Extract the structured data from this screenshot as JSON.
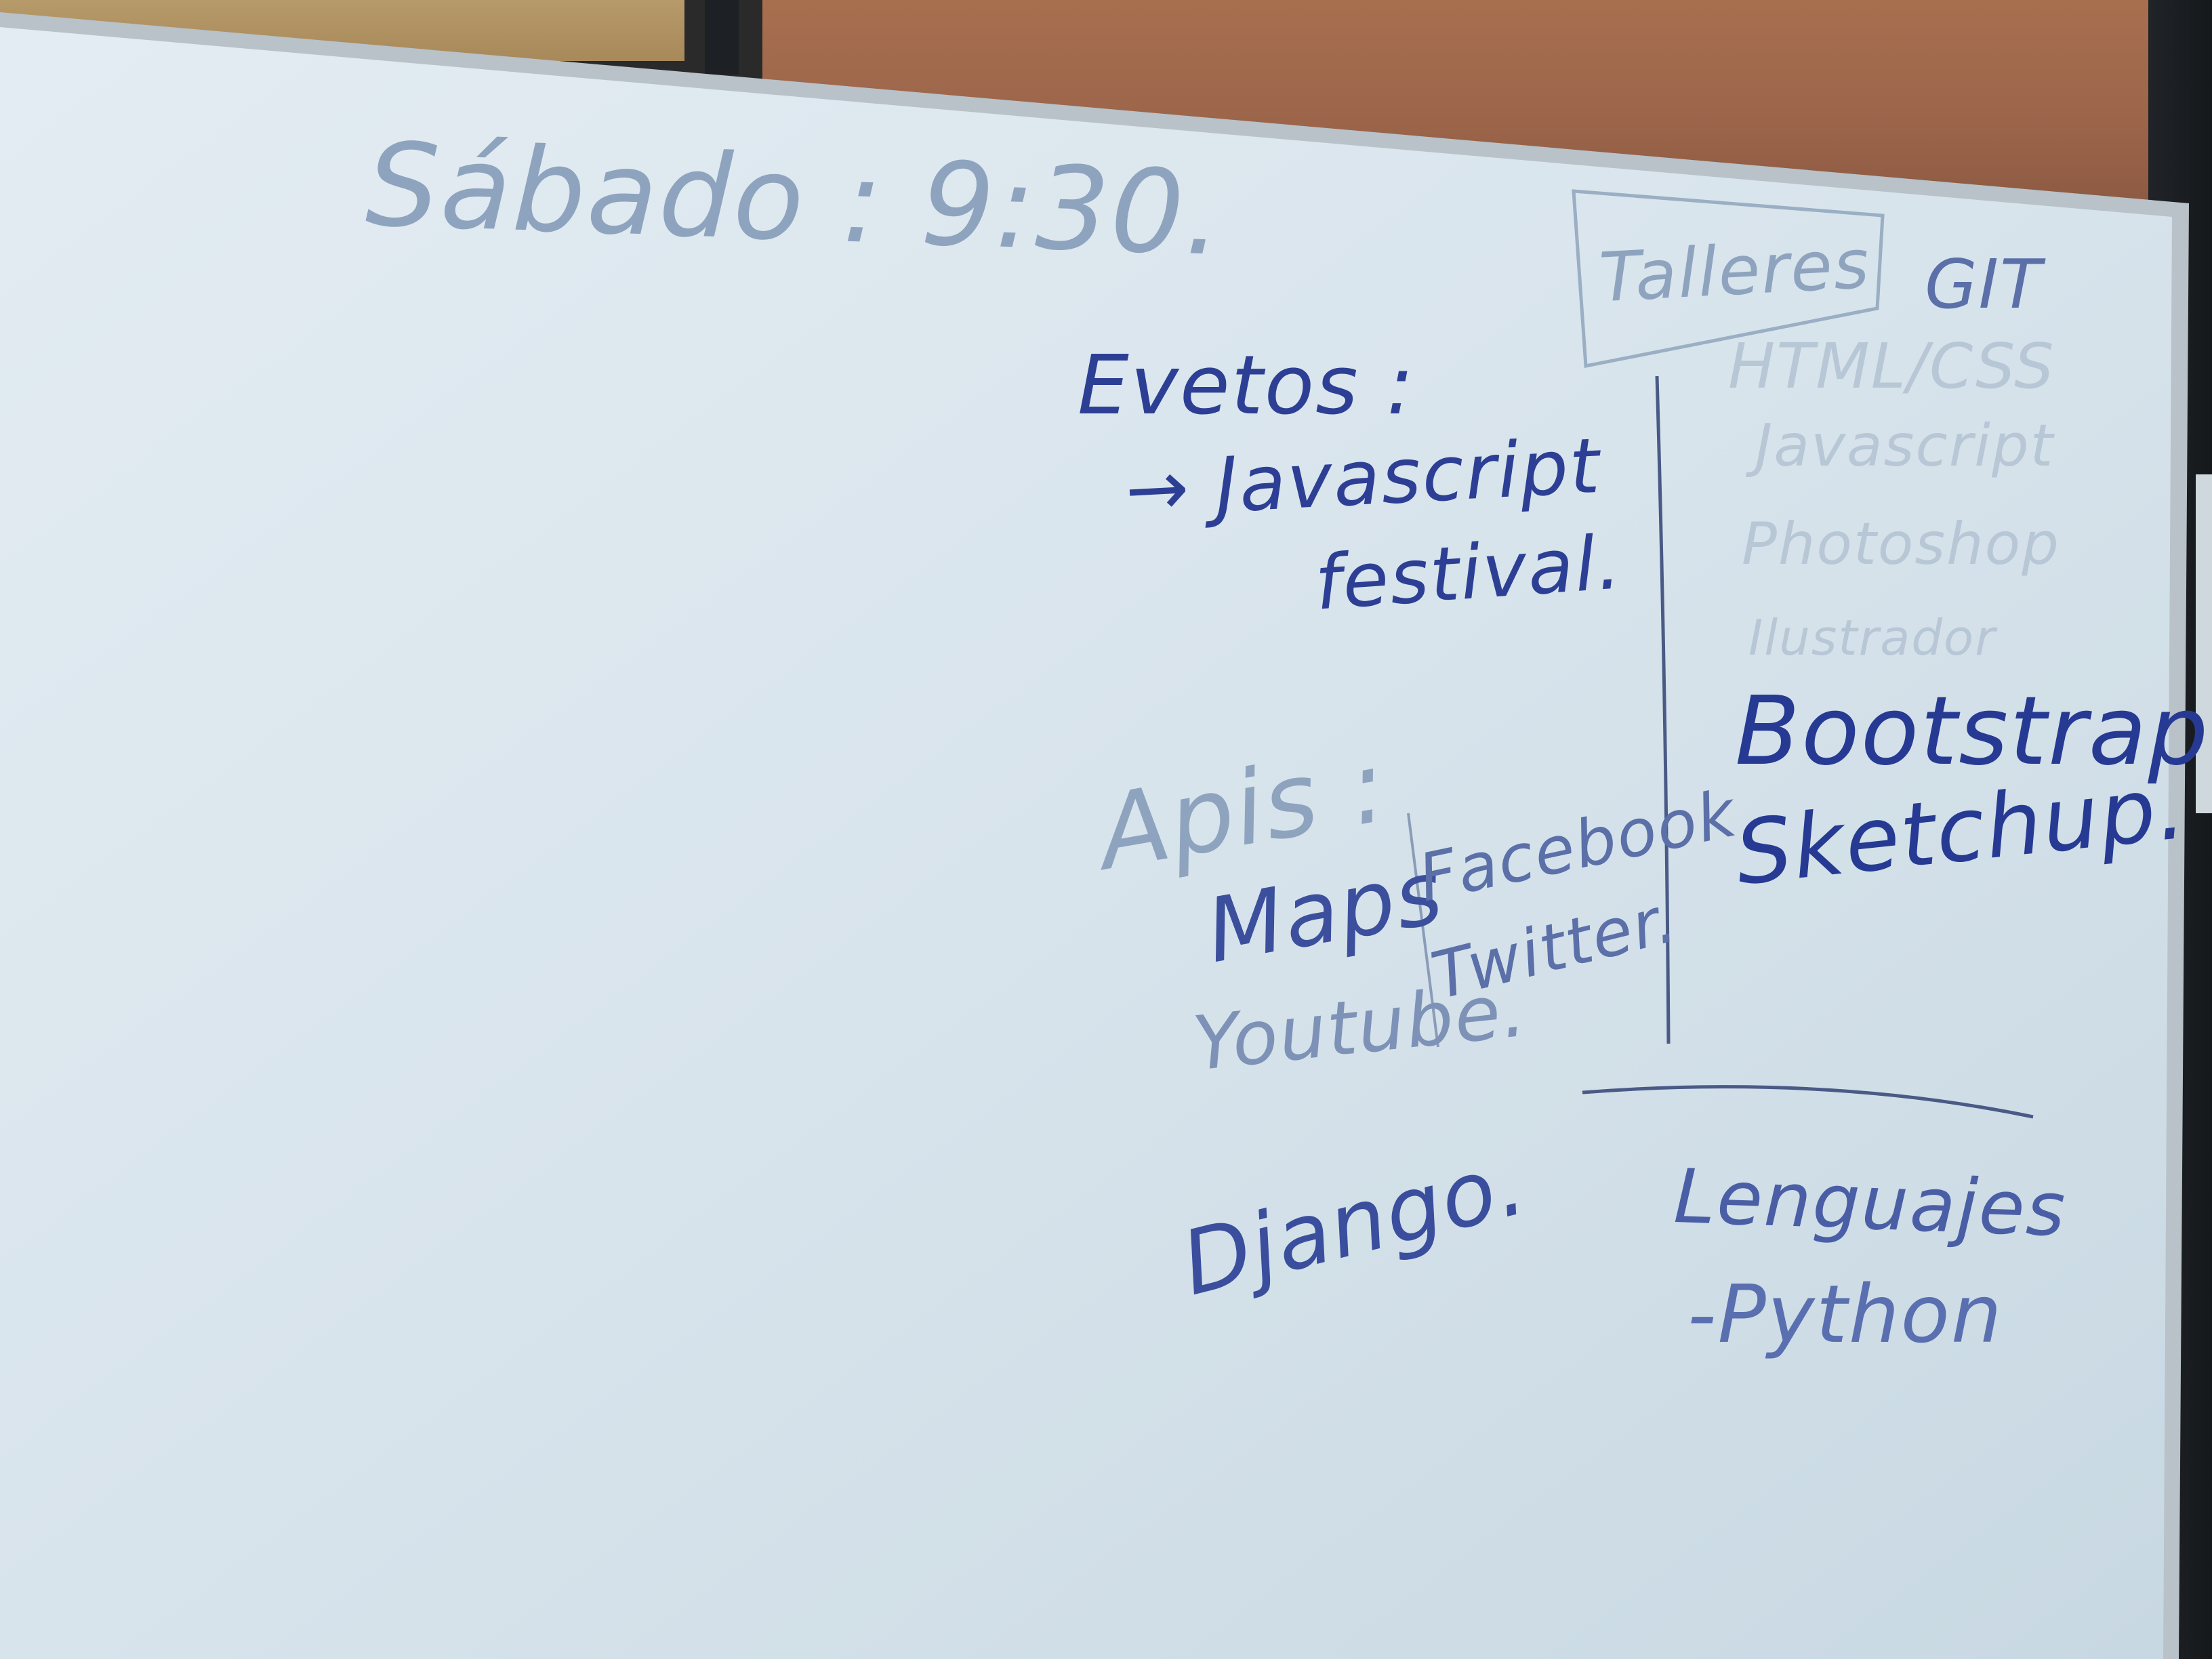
{
  "board": {
    "heading": "Sábado : 9:30.",
    "talleres_label": "Talleres",
    "talleres_items": [
      "GIT",
      "HTML/CSS",
      "Javascript",
      "Photoshop",
      "Ilustrador"
    ],
    "eventos_label": "Evetos :",
    "eventos_item_line1": "→ Javascript",
    "eventos_item_line2": "festival.",
    "tools_line1": "Bootstrap.",
    "tools_line2": "Sketchup.",
    "apis_label": "Apis :",
    "apis_col1": [
      "Maps",
      "Youtube."
    ],
    "apis_col2": [
      "Facebook",
      "Twitter."
    ],
    "django": "Django.",
    "lenguajes_label": "Lenguajes",
    "lenguajes_item": "-Python"
  },
  "colors": {
    "ink": "#2d3f94",
    "faint_ink": "#8ea3be",
    "board": "#dbe6ee"
  }
}
